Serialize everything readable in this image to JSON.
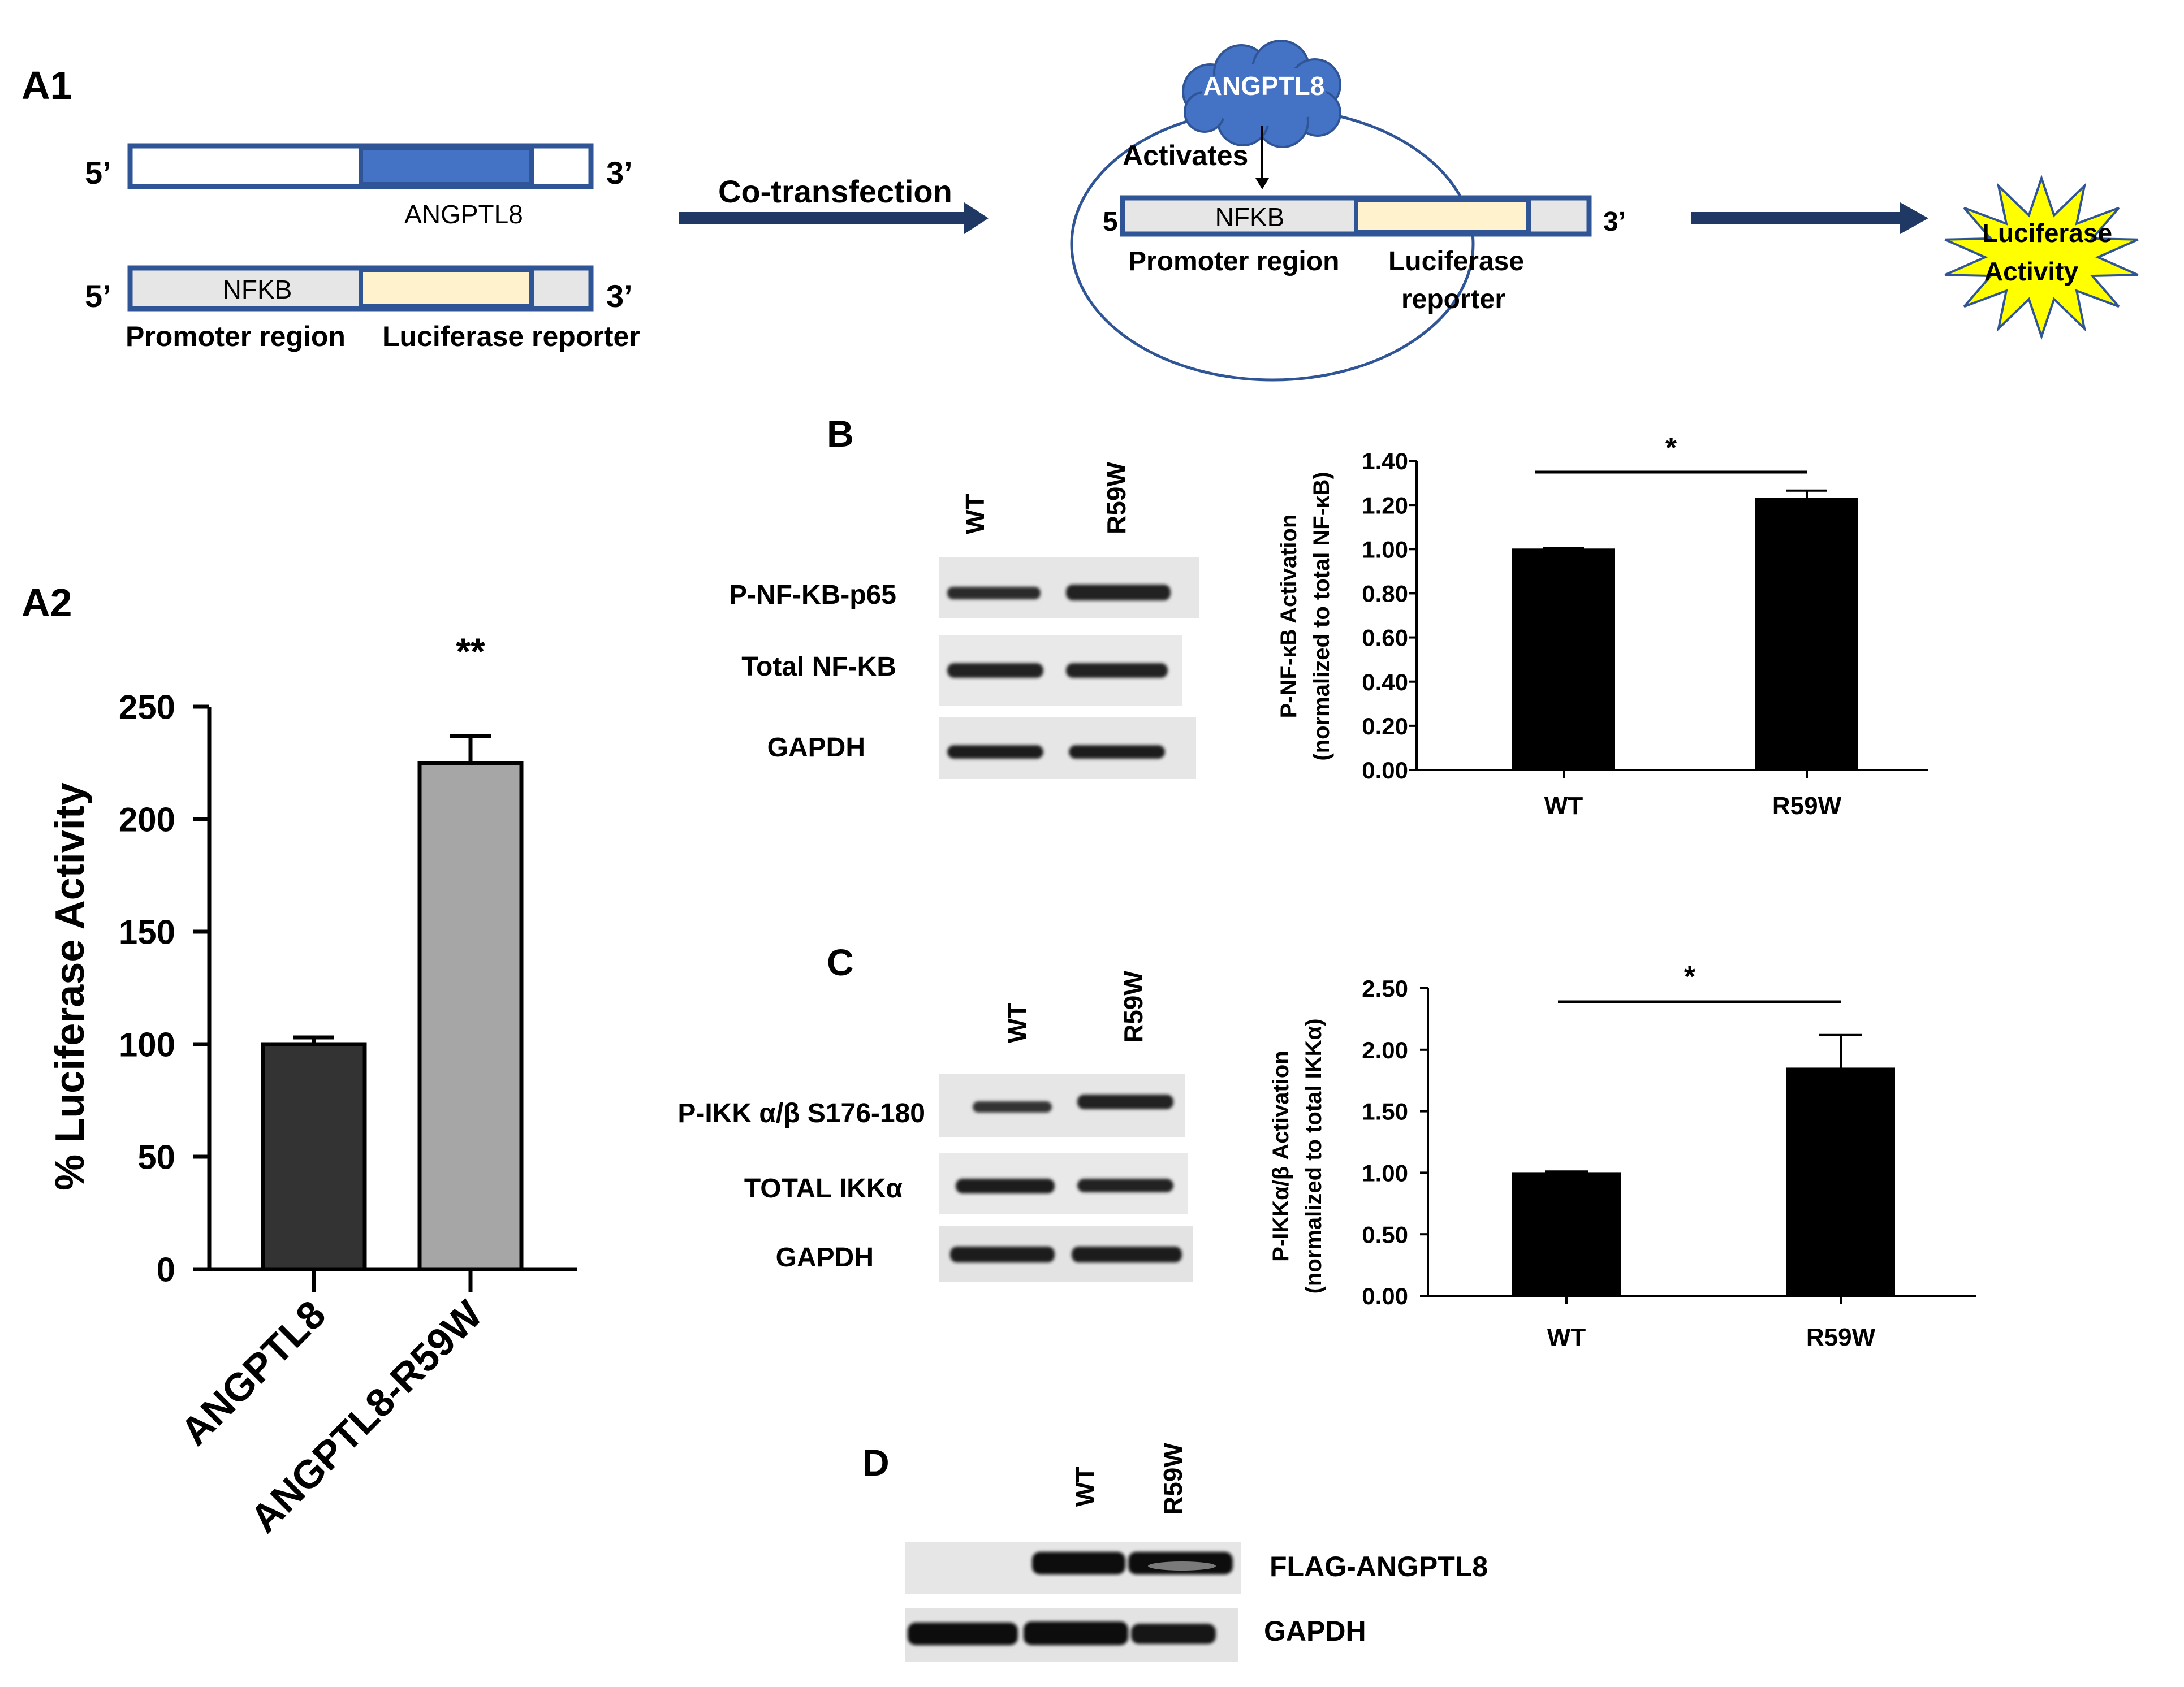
{
  "panels": {
    "a1": "A1",
    "a2": "A2",
    "b": "B",
    "c": "C",
    "d": "D"
  },
  "diagram": {
    "five_prime": "5’",
    "three_prime": "3’",
    "angptl8": "ANGPTL8",
    "nfkb": "NFKB",
    "promoter_region": "Promoter region",
    "luciferase_reporter": "Luciferase reporter",
    "luciferase": "Luciferase",
    "reporter": "reporter",
    "co_transfection": "Co-transfection",
    "activates": "Activates",
    "starburst_line1": "Luciferase",
    "starburst_line2": "Activity",
    "colors": {
      "outline": "#2f5597",
      "angptl8_fill": "#4472c4",
      "promoter_fill": "#e7e6e6",
      "reporter_fill": "#fff2cc",
      "star_fill": "#ffff00",
      "arrow": "#1f3864"
    }
  },
  "blots": {
    "b": {
      "lanes": [
        "WT",
        "R59W"
      ],
      "rows": [
        "P-NF-KB-p65",
        "Total NF-KB",
        "GAPDH"
      ]
    },
    "c": {
      "lanes": [
        "WT",
        "R59W"
      ],
      "rows": [
        "P-IKK α/β S176-180",
        "TOTAL IKKα",
        "GAPDH"
      ]
    },
    "d": {
      "lanes": [
        "WT",
        "R59W"
      ],
      "rows": [
        "FLAG-ANGPTL8",
        "GAPDH"
      ]
    }
  },
  "chart_data": [
    {
      "id": "A2",
      "type": "bar",
      "categories": [
        "ANGPTL8",
        "ANGPTL8-R59W"
      ],
      "values": [
        100,
        225
      ],
      "errors": [
        3,
        12
      ],
      "colors": [
        "#333333",
        "#a6a6a6"
      ],
      "significance": "**",
      "ylabel": "% Luciferase Activity",
      "xlabel": "",
      "ylim": [
        0,
        250
      ],
      "yticks": [
        "0",
        "50",
        "100",
        "150",
        "200",
        "250"
      ],
      "grid": false
    },
    {
      "id": "B",
      "type": "bar",
      "categories": [
        "WT",
        "R59W"
      ],
      "values": [
        1.0,
        1.23
      ],
      "errors": [
        0.005,
        0.035
      ],
      "colors": [
        "#000000",
        "#000000"
      ],
      "significance": "*",
      "ylabel_line1": "P-NF-κB Activation",
      "ylabel_line2": "(normalized to total NF-κB)",
      "ylim": [
        0,
        1.4
      ],
      "yticks": [
        "0.00",
        "0.20",
        "0.40",
        "0.60",
        "0.80",
        "1.00",
        "1.20",
        "1.40"
      ],
      "grid": false
    },
    {
      "id": "C",
      "type": "bar",
      "categories": [
        "WT",
        "R59W"
      ],
      "values": [
        1.0,
        1.85
      ],
      "errors": [
        0.01,
        0.27
      ],
      "colors": [
        "#000000",
        "#000000"
      ],
      "significance": "*",
      "ylabel_line1": "P-IKKα/β Activation",
      "ylabel_line2": "(normalized to total IKKα)",
      "ylim": [
        0,
        2.5
      ],
      "yticks": [
        "0.00",
        "0.50",
        "1.00",
        "1.50",
        "2.00",
        "2.50"
      ],
      "grid": false
    }
  ]
}
